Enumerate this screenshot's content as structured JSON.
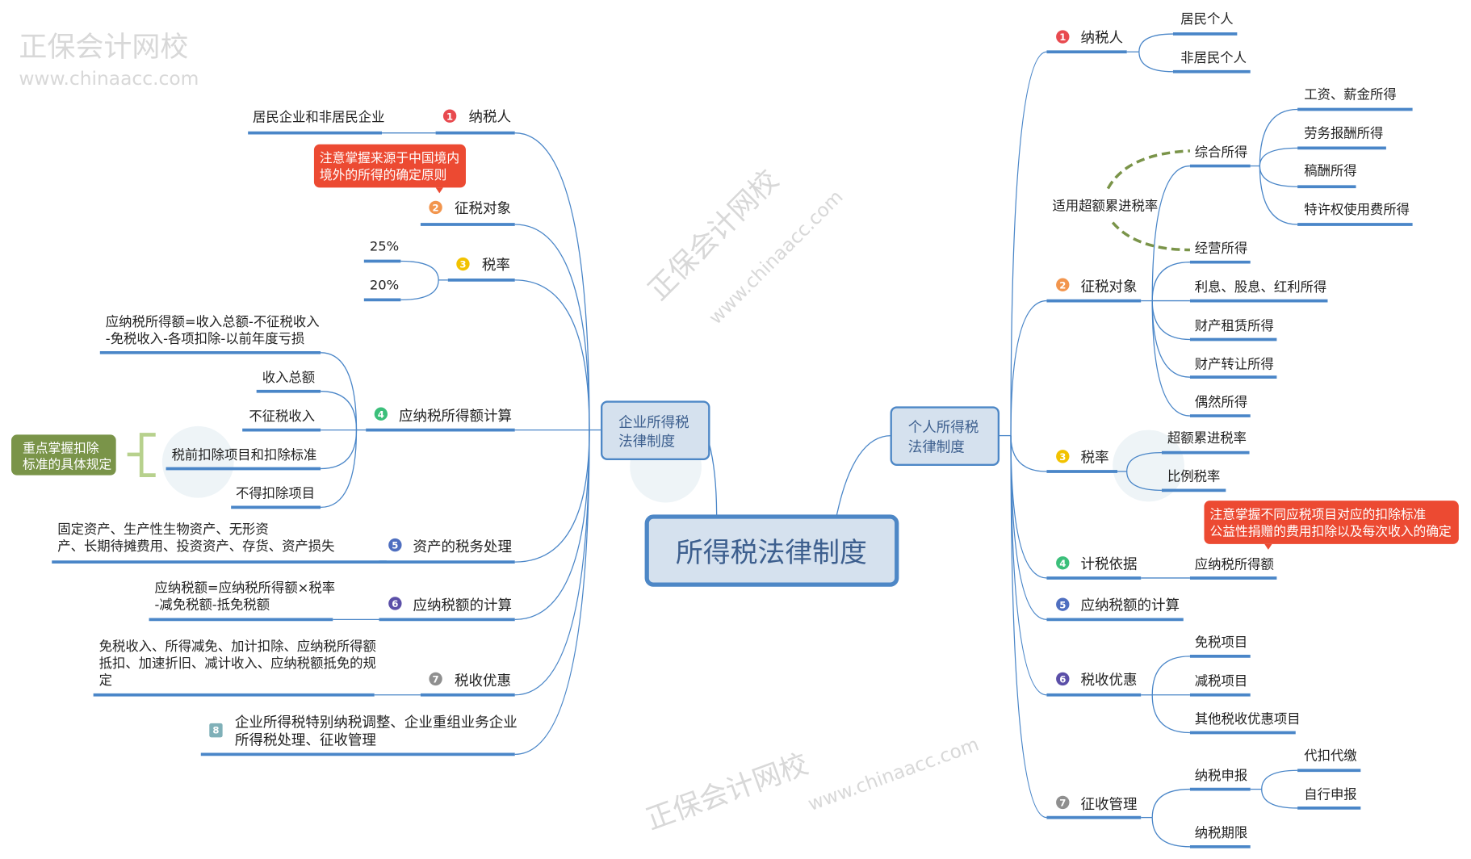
{
  "colors": {
    "line": "#4a86c8",
    "callout": "#ec4a32",
    "note": "#7a9449",
    "box_fill": "#d5e1ee",
    "box_border": "#4d87c6"
  },
  "watermark": {
    "name": "正保会计网校",
    "url": "www.chinaacc.com"
  },
  "root": {
    "title": "所得税法律制度"
  },
  "enterprise": {
    "title_lines": [
      "企业所得税",
      "法律制度"
    ],
    "branches": [
      {
        "num": "1",
        "label": "纳税人",
        "detail": [
          "居民企业和非居民企业"
        ]
      },
      {
        "num": "2",
        "label": "征税对象",
        "callout": [
          "注意掌握来源于中国境内",
          "境外的所得的确定原则"
        ]
      },
      {
        "num": "3",
        "label": "税率",
        "children": [
          "25%",
          "20%"
        ]
      },
      {
        "num": "4",
        "label": "应纳税所得额计算",
        "formula": [
          "应纳税所得额=收入总额-不征税收入",
          "-免税收入-各项扣除-以前年度亏损"
        ],
        "children": [
          "收入总额",
          "不征税收入",
          "税前扣除项目和扣除标准",
          "不得扣除项目"
        ],
        "note": [
          "重点掌握扣除",
          "标准的具体规定"
        ]
      },
      {
        "num": "5",
        "label": "资产的税务处理",
        "detail": [
          "固定资产、生产性生物资产、无形资",
          "产、长期待摊费用、投资资产、存货、资产损失"
        ]
      },
      {
        "num": "6",
        "label": "应纳税额的计算",
        "detail": [
          "应纳税额=应纳税所得额×税率",
          "-减免税额-抵免税额"
        ]
      },
      {
        "num": "7",
        "label": "税收优惠",
        "detail": [
          "免税收入、所得减免、加计扣除、应纳税所得额",
          "抵扣、加速折旧、减计收入、应纳税额抵免的规",
          "定"
        ]
      },
      {
        "num": "8",
        "label_lines": [
          "企业所得税特别纳税调整、企业重组业务企业",
          "所得税处理、征收管理"
        ]
      }
    ]
  },
  "individual": {
    "title_lines": [
      "个人所得税",
      "法律制度"
    ],
    "branches": [
      {
        "num": "1",
        "label": "纳税人",
        "children": [
          "居民个人",
          "非居民个人"
        ]
      },
      {
        "num": "2",
        "label": "征税对象",
        "children": [
          "综合所得",
          "经营所得",
          "利息、股息、红利所得",
          "财产租赁所得",
          "财产转让所得",
          "偶然所得"
        ],
        "comprehensive_children": [
          "工资、薪金所得",
          "劳务报酬所得",
          "稿酬所得",
          "特许权使用费所得"
        ],
        "progressive_note": "适用超额累进税率"
      },
      {
        "num": "3",
        "label": "税率",
        "children": [
          "超额累进税率",
          "比例税率"
        ],
        "callout": [
          "注意掌握不同应税项目对应的扣除标准",
          "公益性捐赠的费用扣除以及每次收入的确定"
        ]
      },
      {
        "num": "4",
        "label": "计税依据",
        "children": [
          "应纳税所得额"
        ]
      },
      {
        "num": "5",
        "label": "应纳税额的计算"
      },
      {
        "num": "6",
        "label": "税收优惠",
        "children": [
          "免税项目",
          "减税项目",
          "其他税收优惠项目"
        ]
      },
      {
        "num": "7",
        "label": "征收管理",
        "children": [
          "纳税申报",
          "纳税期限"
        ],
        "filing_children": [
          "代扣代缴",
          "自行申报"
        ]
      }
    ]
  }
}
